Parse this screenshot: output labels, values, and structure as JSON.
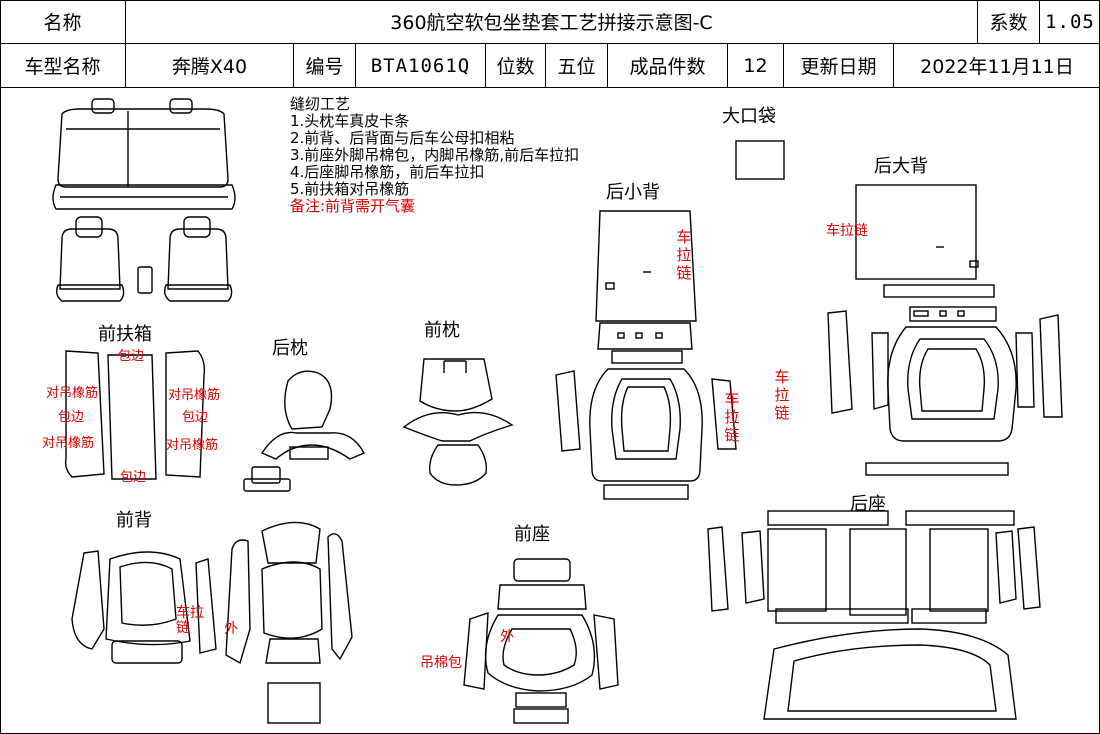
{
  "header": {
    "name_label": "名称",
    "title": "360航空软包坐垫套工艺拼接示意图-C",
    "coef_label": "系数",
    "coef_value": "1.05",
    "model_label": "车型名称",
    "model_value": "奔腾X40",
    "code_label": "编号",
    "code_value": "BTA1061Q",
    "seats_label": "位数",
    "seats_value": "五位",
    "pieces_label": "成品件数",
    "pieces_value": "12",
    "date_label": "更新日期",
    "date_value": "2022年11月11日"
  },
  "craft": {
    "title": "缝纫工艺",
    "steps": [
      "1.头枕车真皮卡条",
      "2.前背、后背面与后车公母扣相粘",
      "3.前座外脚吊棉包，内脚吊橡筋,前后车拉扣",
      "4.后座脚吊橡筋，前后车拉扣",
      "5.前扶箱对吊橡筋"
    ],
    "note": "备注:前背需开气囊"
  },
  "sections": {
    "big_pocket": "大口袋",
    "rear_small_back": "后小背",
    "rear_big_back": "后大背",
    "front_armrest": "前扶箱",
    "rear_headrest": "后枕",
    "front_headrest": "前枕",
    "front_back": "前背",
    "front_seat": "前座",
    "rear_seat": "后座"
  },
  "notes": {
    "wrap_edge": "包边",
    "pair_elastic": "对吊橡筋",
    "zipper_h": "车拉链",
    "zipper_v": "车拉链",
    "zipper_small": "车拉链",
    "outer": "外",
    "cotton_wrap": "吊棉包"
  },
  "colors": {
    "annotation": "#e00000",
    "line": "#000000"
  }
}
